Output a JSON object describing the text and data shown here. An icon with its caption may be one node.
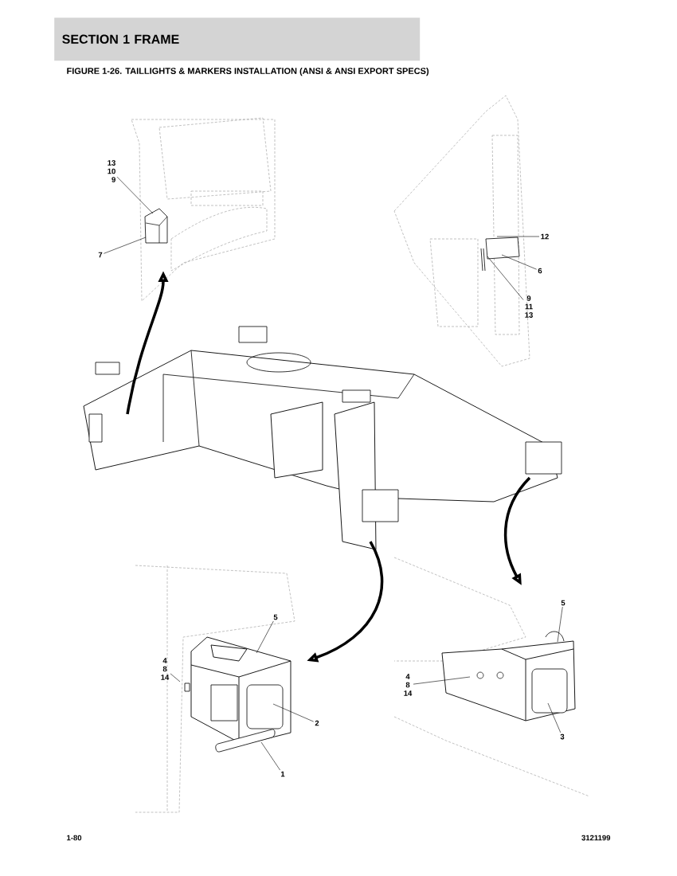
{
  "diagram": {
    "title": "FIGURE 1-26. TAILLIGHTS & MARKERS INSTALLATION (ANSI & ANSI EXPORT SPECS)",
    "nodes": [
      {
        "text": [
          "13",
          "10",
          "9"
        ]
      },
      {
        "text": [
          "7"
        ]
      },
      {
        "text": [
          "12"
        ]
      },
      {
        "text": [
          "6"
        ]
      },
      {
        "text": [
          "9",
          "11",
          "13"
        ]
      },
      {
        "text": [
          "5"
        ]
      },
      {
        "text": [
          "4",
          "8",
          "14"
        ]
      },
      {
        "text": [
          "2"
        ]
      },
      {
        "text": [
          "1"
        ]
      },
      {
        "text": [
          "5"
        ]
      },
      {
        "text": [
          "4",
          "8",
          "14"
        ]
      },
      {
        "text": [
          "3"
        ]
      }
    ],
    "edges": [
      {
        "from": 0,
        "to": null,
        "arrow": "none"
      },
      {
        "from": 1,
        "to": null,
        "arrow": "none"
      },
      {
        "from": 2,
        "to": null,
        "arrow": "none"
      },
      {
        "from": 3,
        "to": null,
        "arrow": "none"
      },
      {
        "from": 4,
        "to": null,
        "arrow": "none"
      },
      {
        "from": 5,
        "to": null,
        "arrow": "none"
      },
      {
        "from": 6,
        "to": null,
        "arrow": "none"
      },
      {
        "from": 7,
        "to": null,
        "arrow": "none"
      },
      {
        "from": 8,
        "to": null,
        "arrow": "none"
      },
      {
        "from": 9,
        "to": null,
        "arrow": "none"
      },
      {
        "from": 10,
        "to": null,
        "arrow": "none"
      },
      {
        "from": 11,
        "to": null,
        "arrow": "none"
      }
    ],
    "labels": [
      "SECTION 1  FRAME",
      "1-80",
      "3121199"
    ]
  }
}
